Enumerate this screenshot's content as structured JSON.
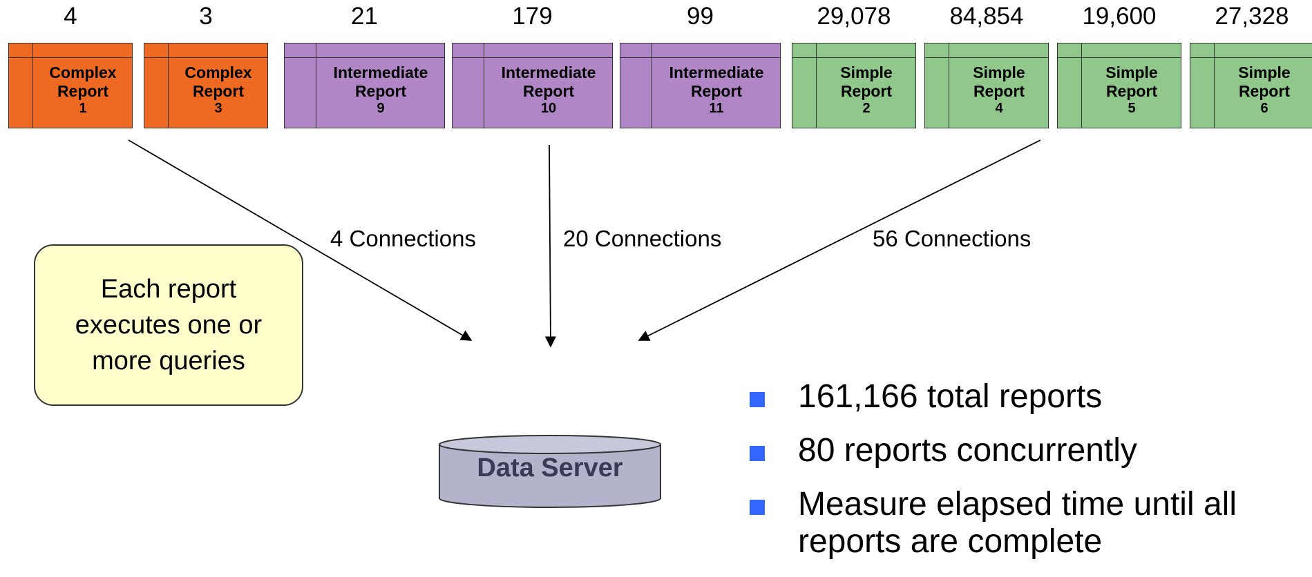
{
  "reports": [
    {
      "count": "4",
      "line1": "Complex",
      "line2": "Report",
      "number": "1",
      "category": "complex"
    },
    {
      "count": "3",
      "line1": "Complex",
      "line2": "Report",
      "number": "3",
      "category": "complex"
    },
    {
      "count": "21",
      "line1": "Intermediate",
      "line2": "Report",
      "number": "9",
      "category": "intermediate"
    },
    {
      "count": "179",
      "line1": "Intermediate",
      "line2": "Report",
      "number": "10",
      "category": "intermediate"
    },
    {
      "count": "99",
      "line1": "Intermediate",
      "line2": "Report",
      "number": "11",
      "category": "intermediate"
    },
    {
      "count": "29,078",
      "line1": "Simple",
      "line2": "Report",
      "number": "2",
      "category": "simple"
    },
    {
      "count": "84,854",
      "line1": "Simple",
      "line2": "Report",
      "number": "4",
      "category": "simple"
    },
    {
      "count": "19,600",
      "line1": "Simple",
      "line2": "Report",
      "number": "5",
      "category": "simple"
    },
    {
      "count": "27,328",
      "line1": "Simple",
      "line2": "Report",
      "number": "6",
      "category": "simple"
    }
  ],
  "colors": {
    "complex": "#ee6a22",
    "intermediate": "#b186c6",
    "simple": "#8fc88a",
    "bullet": "#3366ff",
    "note_bg": "#ffffcc",
    "db_fill": "#b3b3cc"
  },
  "connections": {
    "complex": "4 Connections",
    "intermediate": "20 Connections",
    "simple": "56 Connections"
  },
  "note": "Each report executes one or more queries",
  "data_server": "Data Server",
  "bullets": [
    "161,166 total reports",
    "80 reports concurrently",
    "Measure elapsed time until all reports are complete"
  ]
}
